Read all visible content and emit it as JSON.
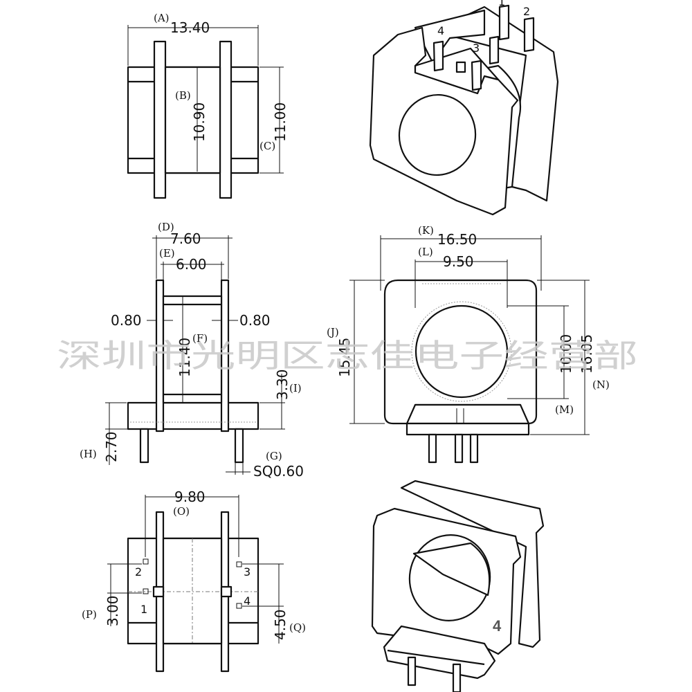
{
  "watermark": "深圳市光明区志佳电子经营部",
  "top_view": {
    "a_label": "(A)",
    "a_value": "13.40",
    "b_label": "(B)",
    "b_value": "10.90",
    "c_label": "(C)",
    "c_value": "11.00"
  },
  "side_view": {
    "d_label": "(D)",
    "d_value": "7.60",
    "e_label": "(E)",
    "e_value": "6.00",
    "left_wall": "0.80",
    "right_wall": "0.80",
    "f_label": "(F)",
    "f_value": "11.40",
    "i_label": "(I)",
    "i_value": "3.30",
    "h_label": "(H)",
    "h_value": "2.70",
    "g_label": "(G)",
    "g_value": "SQ0.60"
  },
  "front_view": {
    "k_label": "(K)",
    "k_value": "16.50",
    "l_label": "(L)",
    "l_value": "9.50",
    "j_label": "(J)",
    "j_value": "15.45",
    "m_value": "10.00",
    "m_label": "(M)",
    "n_value": "16.05",
    "n_label": "(N)"
  },
  "bottom_view": {
    "o_value": "9.80",
    "o_label": "(O)",
    "p_label": "(P)",
    "p_value": "3.00",
    "q_value": "4.50",
    "q_label": "(Q)",
    "pins": [
      "1",
      "2",
      "3",
      "4"
    ]
  },
  "iso_top": {
    "pins": [
      "1",
      "2",
      "3",
      "4"
    ]
  },
  "iso_bottom": {
    "pin_number": "4"
  }
}
